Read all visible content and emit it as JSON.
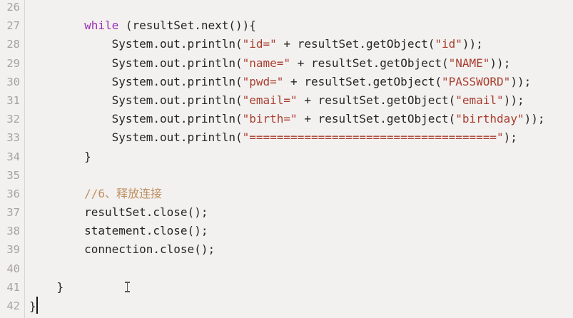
{
  "editor": {
    "colors": {
      "background": "#f3f1ef",
      "gutter_separator": "#d8d5d2",
      "line_number": "#a5a3a0",
      "plain": "#252525",
      "keyword": "#9a2fb8",
      "string": "#a83e30",
      "comment": "#be9062",
      "caret": "#161616",
      "pointer": "#3a3a3a"
    },
    "pointer_icon": "i-beam-text-pointer",
    "lines": [
      {
        "num": "26",
        "tokens": []
      },
      {
        "num": "27",
        "tokens": [
          {
            "c": "plain",
            "t": "        "
          },
          {
            "c": "keyword",
            "t": "while"
          },
          {
            "c": "plain",
            "t": " (resultSet.next()){"
          }
        ]
      },
      {
        "num": "28",
        "tokens": [
          {
            "c": "plain",
            "t": "            System.out.println("
          },
          {
            "c": "string",
            "t": "\"id=\""
          },
          {
            "c": "plain",
            "t": " + resultSet.getObject("
          },
          {
            "c": "string",
            "t": "\"id\""
          },
          {
            "c": "plain",
            "t": "));"
          }
        ]
      },
      {
        "num": "29",
        "tokens": [
          {
            "c": "plain",
            "t": "            System.out.println("
          },
          {
            "c": "string",
            "t": "\"name=\""
          },
          {
            "c": "plain",
            "t": " + resultSet.getObject("
          },
          {
            "c": "string",
            "t": "\"NAME\""
          },
          {
            "c": "plain",
            "t": "));"
          }
        ]
      },
      {
        "num": "30",
        "tokens": [
          {
            "c": "plain",
            "t": "            System.out.println("
          },
          {
            "c": "string",
            "t": "\"pwd=\""
          },
          {
            "c": "plain",
            "t": " + resultSet.getObject("
          },
          {
            "c": "string",
            "t": "\"PASSWORD\""
          },
          {
            "c": "plain",
            "t": "));"
          }
        ]
      },
      {
        "num": "31",
        "tokens": [
          {
            "c": "plain",
            "t": "            System.out.println("
          },
          {
            "c": "string",
            "t": "\"email=\""
          },
          {
            "c": "plain",
            "t": " + resultSet.getObject("
          },
          {
            "c": "string",
            "t": "\"email\""
          },
          {
            "c": "plain",
            "t": "));"
          }
        ]
      },
      {
        "num": "32",
        "tokens": [
          {
            "c": "plain",
            "t": "            System.out.println("
          },
          {
            "c": "string",
            "t": "\"birth=\""
          },
          {
            "c": "plain",
            "t": " + resultSet.getObject("
          },
          {
            "c": "string",
            "t": "\"birthday\""
          },
          {
            "c": "plain",
            "t": "));"
          }
        ]
      },
      {
        "num": "33",
        "tokens": [
          {
            "c": "plain",
            "t": "            System.out.println("
          },
          {
            "c": "string",
            "t": "\"====================================\""
          },
          {
            "c": "plain",
            "t": ");"
          }
        ]
      },
      {
        "num": "34",
        "tokens": [
          {
            "c": "plain",
            "t": "        }"
          }
        ]
      },
      {
        "num": "35",
        "tokens": []
      },
      {
        "num": "36",
        "tokens": [
          {
            "c": "plain",
            "t": "        "
          },
          {
            "c": "comment",
            "t": "//6、释放连接"
          }
        ]
      },
      {
        "num": "37",
        "tokens": [
          {
            "c": "plain",
            "t": "        resultSet.close();"
          }
        ]
      },
      {
        "num": "38",
        "tokens": [
          {
            "c": "plain",
            "t": "        statement.close();"
          }
        ]
      },
      {
        "num": "39",
        "tokens": [
          {
            "c": "plain",
            "t": "        connection.close();"
          }
        ]
      },
      {
        "num": "40",
        "tokens": []
      },
      {
        "num": "41",
        "tokens": [
          {
            "c": "plain",
            "t": "    }"
          }
        ]
      },
      {
        "num": "42",
        "caret": true,
        "tokens": [
          {
            "c": "plain",
            "t": "}"
          }
        ]
      }
    ]
  }
}
